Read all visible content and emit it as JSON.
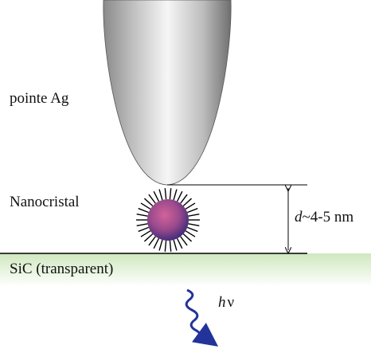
{
  "labels": {
    "tip": "pointe Ag",
    "nanocrystal": "Nanocristal",
    "substrate": "SiC (transparent)",
    "distance_var": "d",
    "distance_value": "~4-5 nm",
    "photon_h": "h",
    "photon_nu": "ν"
  },
  "colors": {
    "tip_light": "#f4f4f4",
    "tip_dark": "#6f6f6f",
    "particle_core": "#c0588a",
    "particle_edge": "#3e2a78",
    "substrate_top": "#cfe8bf",
    "photon": "#22339a",
    "line": "#000000"
  },
  "icons": {
    "photon": "wavy-arrow-icon",
    "ligands": "spiky-nanoparticle-icon"
  }
}
